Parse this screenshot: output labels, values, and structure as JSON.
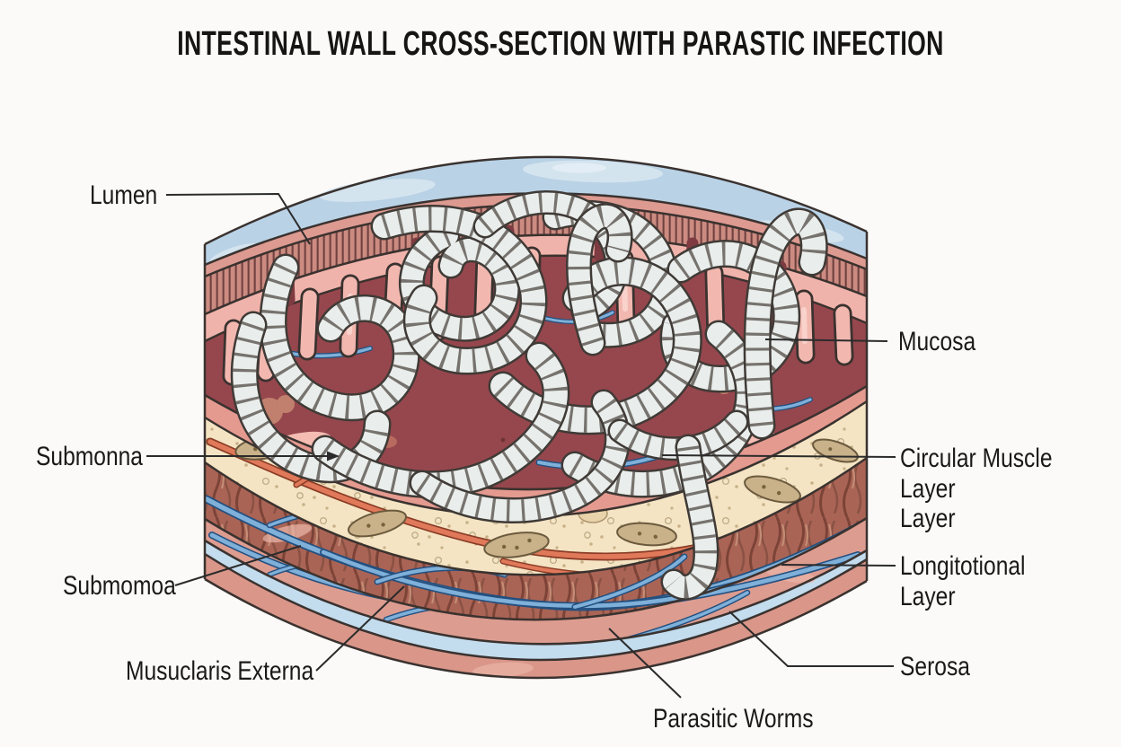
{
  "title": "INTESTINAL WALL CROSS-SECTION WITH PARASTIC INFECTION",
  "labels": {
    "lumen": "Lumen",
    "mucosa": "Mucosa",
    "submonna": "Submonna",
    "circular_muscle": "Circular Muscle Layer\nLayer",
    "submomoa": "Submomoa",
    "longitotional": "Longitotional\nLayer",
    "musuclaris": "Musuclaris Externa",
    "serosa": "Serosa",
    "parasitic_worms": "Parasitic Worms"
  },
  "colors": {
    "background": "#fbfaf8",
    "lumen_fluid": "#b9d2e6",
    "lumen_highlight": "#d7e6f1",
    "epithelium_band": "#cc8b81",
    "epithelium_stripe": "#5f3434",
    "mucosa_pink": "#f0b3ab",
    "mucosa_interior_maroon": "#96474d",
    "worm_body": "#e9edeb",
    "worm_outline": "#3f3a36",
    "submucosa_cream": "#f4e4c3",
    "vessel_orange": "#e0795a",
    "muscle_brown": "#aa6455",
    "serosa_blue": "#c3dcee",
    "outer_salmon": "#d99689",
    "vessel_blue": "#7fb0d9",
    "leader_line": "#2b2b2b",
    "text": "#1b1918"
  }
}
